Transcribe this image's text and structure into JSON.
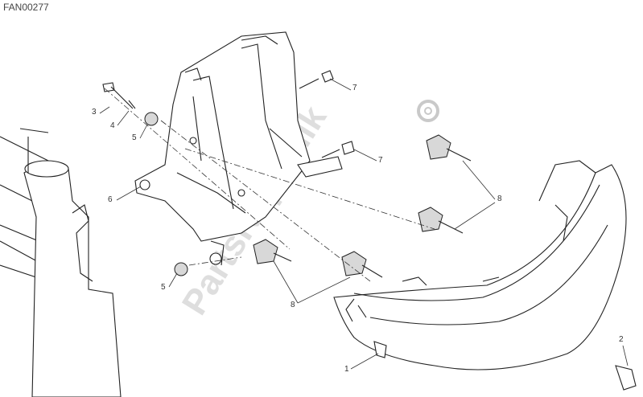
{
  "diagram_code": "FAN00277",
  "watermark": "PartsRepublik",
  "callouts": [
    {
      "id": "callout-3",
      "label": "3"
    },
    {
      "id": "callout-4",
      "label": "4"
    },
    {
      "id": "callout-5a",
      "label": "5"
    },
    {
      "id": "callout-6",
      "label": "6"
    },
    {
      "id": "callout-5b",
      "label": "5"
    },
    {
      "id": "callout-7a",
      "label": "7"
    },
    {
      "id": "callout-7b",
      "label": "7"
    },
    {
      "id": "callout-8a",
      "label": "8"
    },
    {
      "id": "callout-8b",
      "label": "8"
    },
    {
      "id": "callout-1",
      "label": "1"
    },
    {
      "id": "callout-2",
      "label": "2"
    }
  ]
}
